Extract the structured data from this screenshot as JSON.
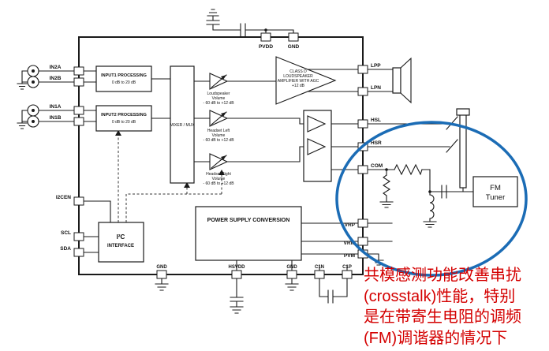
{
  "pins": {
    "top": {
      "pvdd": "PVDD",
      "gnd": "GND"
    },
    "left": {
      "in2a": "IN2A",
      "in2b": "IN2B",
      "in1a": "IN1A",
      "in1b": "IN1B",
      "i2cen": "I2CEN",
      "scl": "SCL",
      "sda": "SDA"
    },
    "right": {
      "lpp": "LPP",
      "lpn": "LPN",
      "hsl": "HSL",
      "hsr": "HSR",
      "com": "COM",
      "vrp": "VRP",
      "vrm": "VRM",
      "pvm": "PVM"
    },
    "bottom": {
      "gnd1": "GND",
      "hsvdd": "HSVDD",
      "gnd2": "GND",
      "c1n": "C1N",
      "c1p": "C1P"
    }
  },
  "blocks": {
    "input1": {
      "line1": "INPUT1 PROCESSING",
      "line2": "0 dB to 20 dB"
    },
    "input2": {
      "line1": "INPUT2 PROCESSING",
      "line2": "0 dB to 20 dB"
    },
    "mixer": {
      "label": "MIXER / MUX"
    },
    "loudspeaker_volume": {
      "line1": "Loudspeaker",
      "line2": "Volume",
      "line3": "- 60 dB to +12 dB"
    },
    "headset_left_volume": {
      "line1": "Headset Left",
      "line2": "Volume",
      "line3": "- 60 dB to +12 dB"
    },
    "headset_right_volume": {
      "line1": "Headset Right",
      "line2": "Volume",
      "line3": "- 60 dB to +12 dB"
    },
    "class_d": {
      "line1": "CLASS D",
      "line2": "LOUDSPEAKER",
      "line3": "AMPLIFIER WITH AGC",
      "line4": "+12 dB"
    },
    "power_supply": {
      "label": "POWER SUPPLY CONVERSION"
    },
    "i2c": {
      "line1": "I²C",
      "line2": "INTERFACE"
    },
    "fm_tuner": {
      "line1": "FM",
      "line2": "Tuner"
    }
  },
  "annotation": {
    "line1": "共模感测功能改善串扰",
    "line2": "(crosstalk)性能，特别",
    "line3": "是在带寄生电阻的调频",
    "line4": "(FM)调谐器的情况下",
    "color": "#d40000"
  },
  "colors": {
    "line": "#1a1a1a",
    "highlight": "#1b6cb5",
    "background": "#ffffff"
  }
}
